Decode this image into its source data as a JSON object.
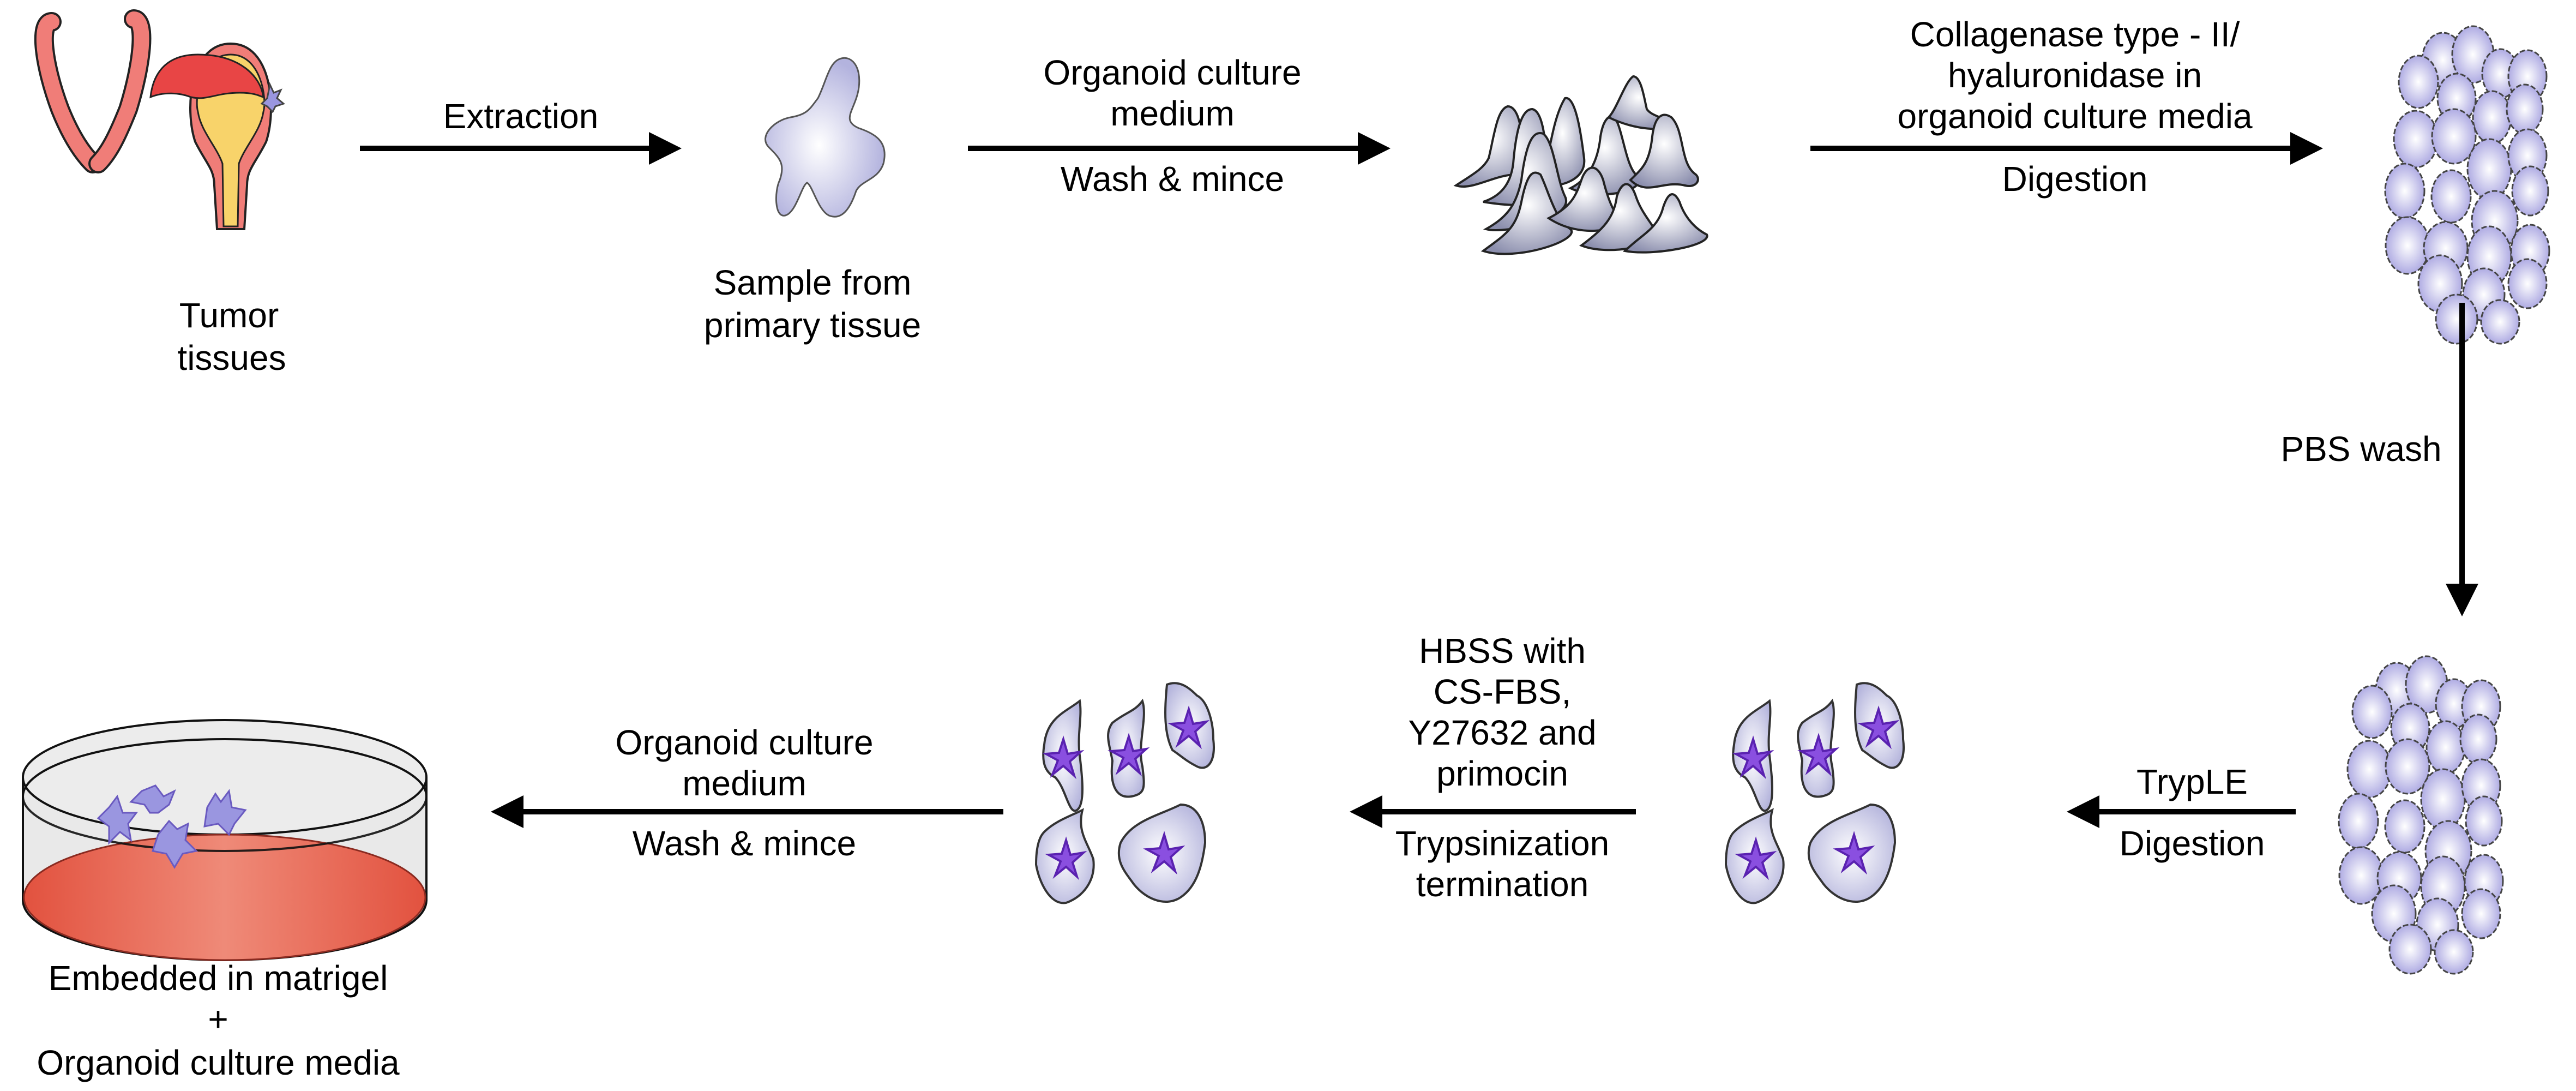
{
  "title": "Organoid culture workflow from bladder tumor tissue",
  "colors": {
    "bladder_wall": "#f07d78",
    "bladder_fill_red": "#e84545",
    "bladder_fill_yellow": "#f8d36a",
    "tumor_lavender": "#9a96e0",
    "cell_lavender": "#b8b8e6",
    "nucleus_purple": "#8a4fe0",
    "dish_medium": "#e5604c",
    "arrow": "#000000"
  },
  "nodes": [
    {
      "id": "tumor",
      "icon": "bladder-icon",
      "label_lines": [
        "Tumor",
        "tissues"
      ]
    },
    {
      "id": "sample",
      "icon": "tissue-sample-icon",
      "label_lines": [
        "Sample from",
        "primary tissue"
      ]
    },
    {
      "id": "minced",
      "icon": "minced-cells-icon",
      "label_lines": []
    },
    {
      "id": "organoid1",
      "icon": "cell-cluster-icon",
      "label_lines": []
    },
    {
      "id": "organoid2",
      "icon": "cell-cluster-icon",
      "label_lines": []
    },
    {
      "id": "single_cells1",
      "icon": "single-cells-icon",
      "label_lines": []
    },
    {
      "id": "single_cells2",
      "icon": "single-cells-icon",
      "label_lines": []
    },
    {
      "id": "dish",
      "icon": "culture-dish-icon",
      "label_lines": [
        "Embedded in matrigel",
        "+",
        "Organoid culture media"
      ]
    }
  ],
  "steps": [
    {
      "id": "extraction",
      "direction": "right",
      "above": [
        "Extraction"
      ],
      "below": []
    },
    {
      "id": "wash_mince_1",
      "direction": "right",
      "above": [
        "Organoid culture",
        "medium"
      ],
      "below": [
        "Wash & mince"
      ]
    },
    {
      "id": "digestion_1",
      "direction": "right",
      "above": [
        "Collagenase type - II/",
        "hyaluronidase in",
        "organoid culture media"
      ],
      "below": [
        "Digestion"
      ]
    },
    {
      "id": "pbs_wash",
      "direction": "down",
      "side": [
        "PBS wash"
      ]
    },
    {
      "id": "tryple",
      "direction": "left",
      "above": [
        "TrypLE"
      ],
      "below": [
        "Digestion"
      ]
    },
    {
      "id": "termination",
      "direction": "left",
      "above": [
        "HBSS with",
        "CS-FBS,",
        "Y27632 and",
        "primocin"
      ],
      "below": [
        "Trypsinization",
        "termination"
      ]
    },
    {
      "id": "wash_mince_2",
      "direction": "left",
      "above": [
        "Organoid culture",
        "medium"
      ],
      "below": [
        "Wash & mince"
      ]
    }
  ]
}
